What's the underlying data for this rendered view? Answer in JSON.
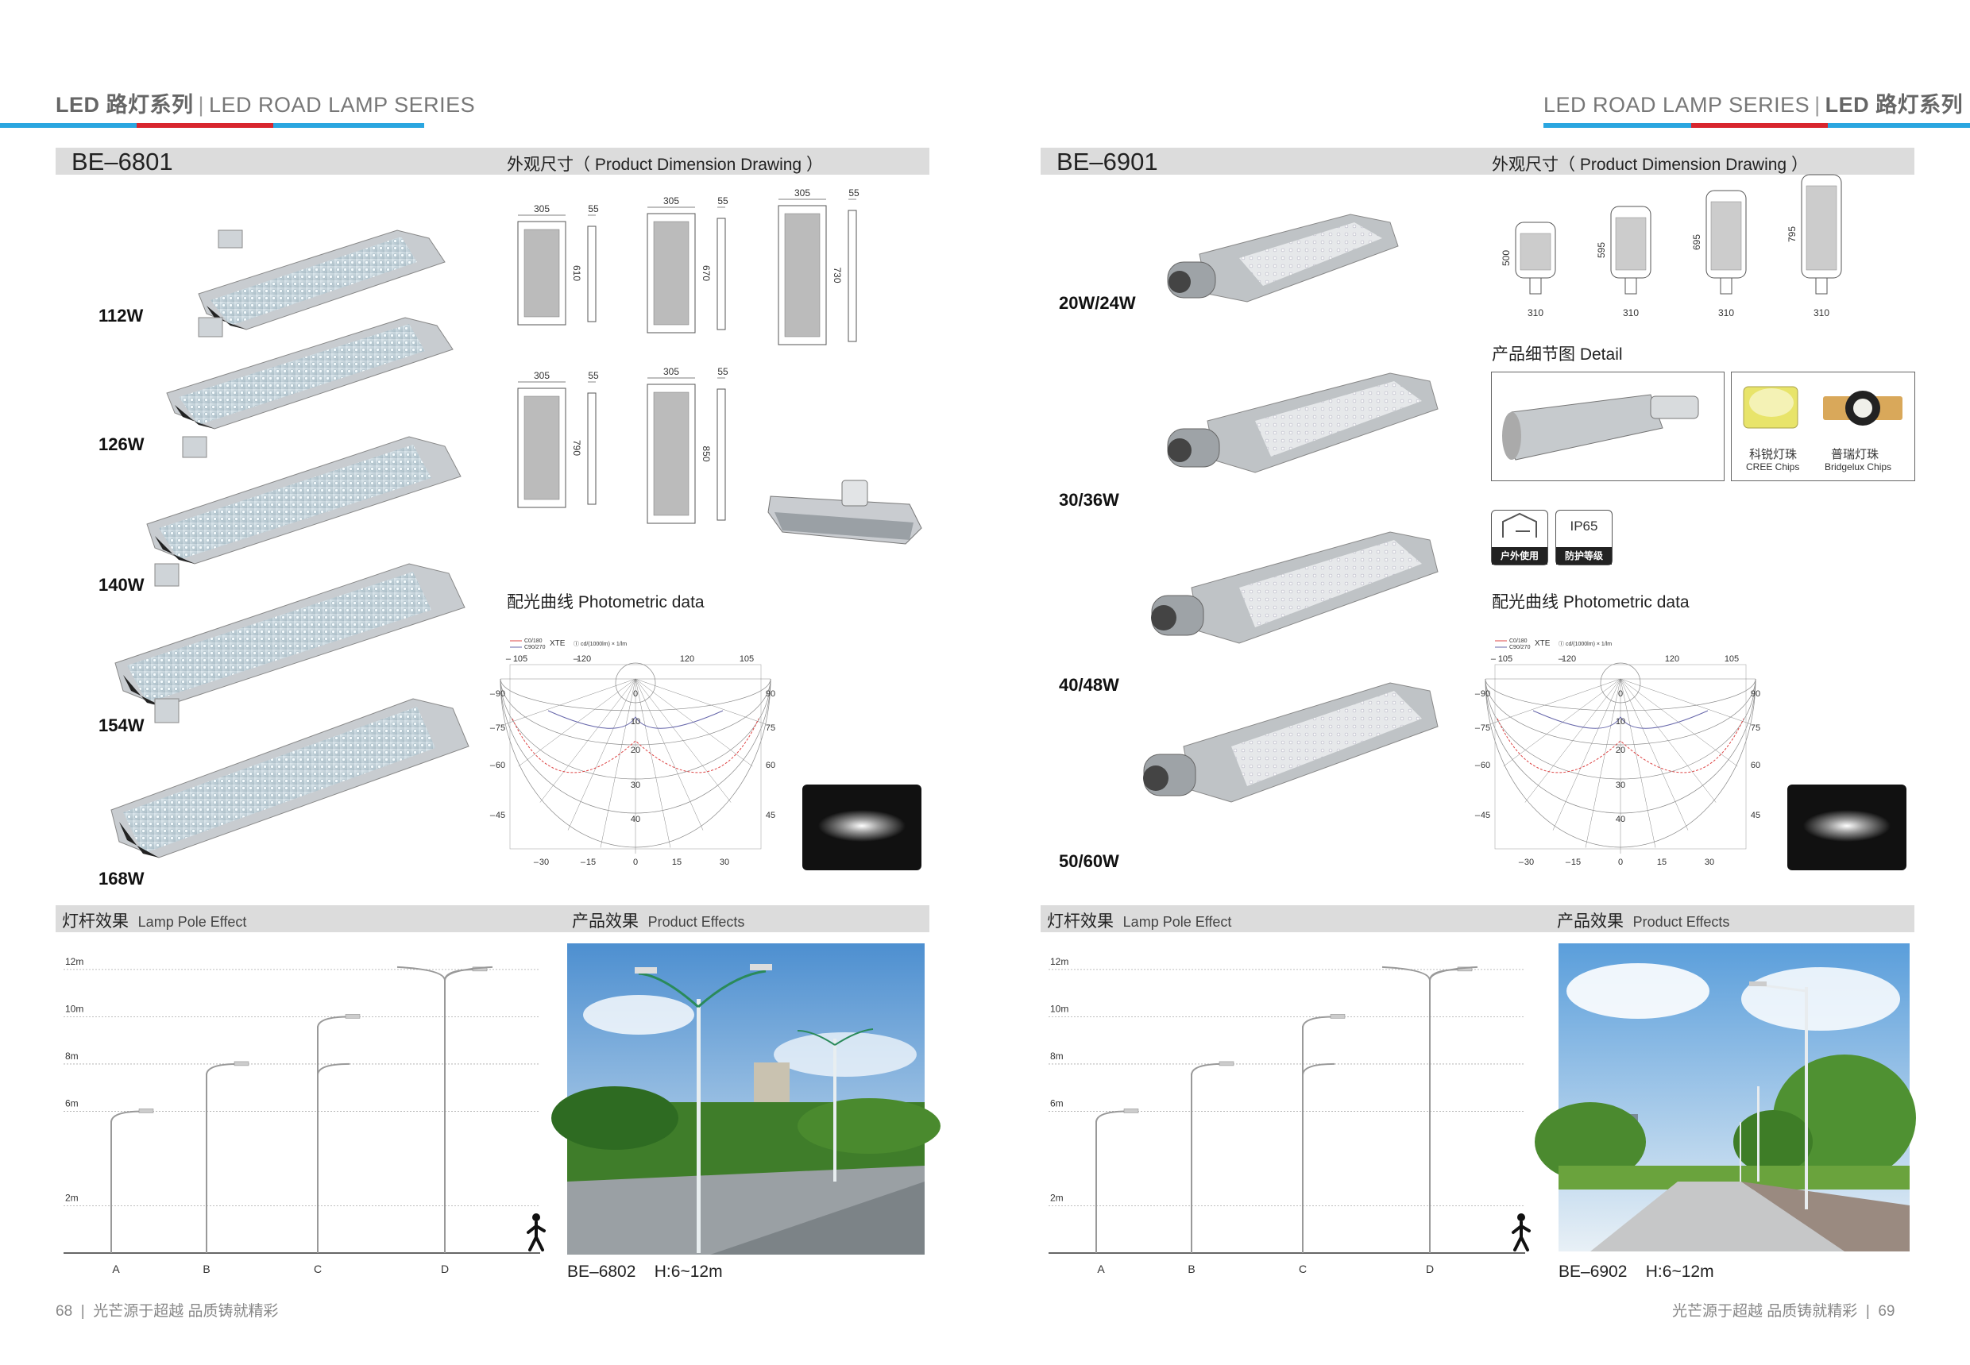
{
  "colors": {
    "accent_red": "#d8262e",
    "accent_blue": "#2aa6e0",
    "strip": "#dcdcdc"
  },
  "left_page": {
    "header": {
      "cn": "LED 路灯系列",
      "en": "LED ROAD LAMP SERIES"
    },
    "model": "BE–6801",
    "dimension_label": "外观尺寸（ Product Dimension Drawing ）",
    "wattages": [
      "112W",
      "126W",
      "140W",
      "154W",
      "168W"
    ],
    "dim_drawings": [
      {
        "w": "305",
        "d": "55",
        "h": "610"
      },
      {
        "w": "305",
        "d": "55",
        "h": "670"
      },
      {
        "w": "305",
        "d": "55",
        "h": "730"
      },
      {
        "w": "305",
        "d": "55",
        "h": "790"
      },
      {
        "w": "305",
        "d": "55",
        "h": "850"
      }
    ],
    "photometric_label": "配光曲线 Photometric data",
    "photometric": {
      "legend": [
        "C0/180",
        "C90/270"
      ],
      "brand": "XTE",
      "formula": "Ⓘ cd/(1000lm) × 1/lm",
      "top_ticks": [
        "105",
        "120",
        "120",
        "105"
      ],
      "side_left": [
        "90",
        "75",
        "60",
        "45"
      ],
      "side_right": [
        "90",
        "75",
        "60",
        "45"
      ],
      "radial": [
        "0",
        "10",
        "20",
        "30",
        "40"
      ],
      "bottom": [
        "30",
        "15",
        "0",
        "15",
        "30"
      ]
    },
    "pole_label": {
      "cn": "灯杆效果",
      "en": "Lamp Pole Effect"
    },
    "effect_label": {
      "cn": "产品效果",
      "en": "Product Effects"
    },
    "heights": [
      "12m",
      "10m",
      "8m",
      "6m",
      "2m"
    ],
    "pole_letters": [
      "A",
      "B",
      "C",
      "D"
    ],
    "photo_caption": {
      "model": "BE–6802",
      "height": "H:6~12m"
    },
    "footer": {
      "page": "68",
      "slogan": "光芒源于超越   品质铸就精彩"
    }
  },
  "right_page": {
    "header": {
      "cn": "LED 路灯系列",
      "en": "LED ROAD LAMP SERIES"
    },
    "model": "BE–6901",
    "dimension_label": "外观尺寸（ Product Dimension Drawing ）",
    "wattages": [
      "20W/24W",
      "30/36W",
      "40/48W",
      "50/60W"
    ],
    "dim_drawings": [
      {
        "w": "310",
        "h": "500"
      },
      {
        "w": "310",
        "h": "595"
      },
      {
        "w": "310",
        "h": "695"
      },
      {
        "w": "310",
        "h": "795"
      }
    ],
    "detail_label": "产品细节图 Detail",
    "chips": [
      {
        "cn": "科锐灯珠",
        "en": "CREE Chips"
      },
      {
        "cn": "普瑞灯珠",
        "en": "Bridgelux Chips"
      }
    ],
    "badges": [
      {
        "top": "",
        "bottom": "户外使用",
        "icon": "outdoor-house-icon"
      },
      {
        "top": "IP65",
        "bottom": "防护等级"
      }
    ],
    "photometric_label": "配光曲线 Photometric data",
    "pole_label": {
      "cn": "灯杆效果",
      "en": "Lamp Pole Effect"
    },
    "effect_label": {
      "cn": "产品效果",
      "en": "Product Effects"
    },
    "heights": [
      "12m",
      "10m",
      "8m",
      "6m",
      "2m"
    ],
    "pole_letters": [
      "A",
      "B",
      "C",
      "D"
    ],
    "photo_caption": {
      "model": "BE–6902",
      "height": "H:6~12m"
    },
    "footer": {
      "page": "69",
      "slogan": "光芒源于超越   品质铸就精彩"
    }
  }
}
